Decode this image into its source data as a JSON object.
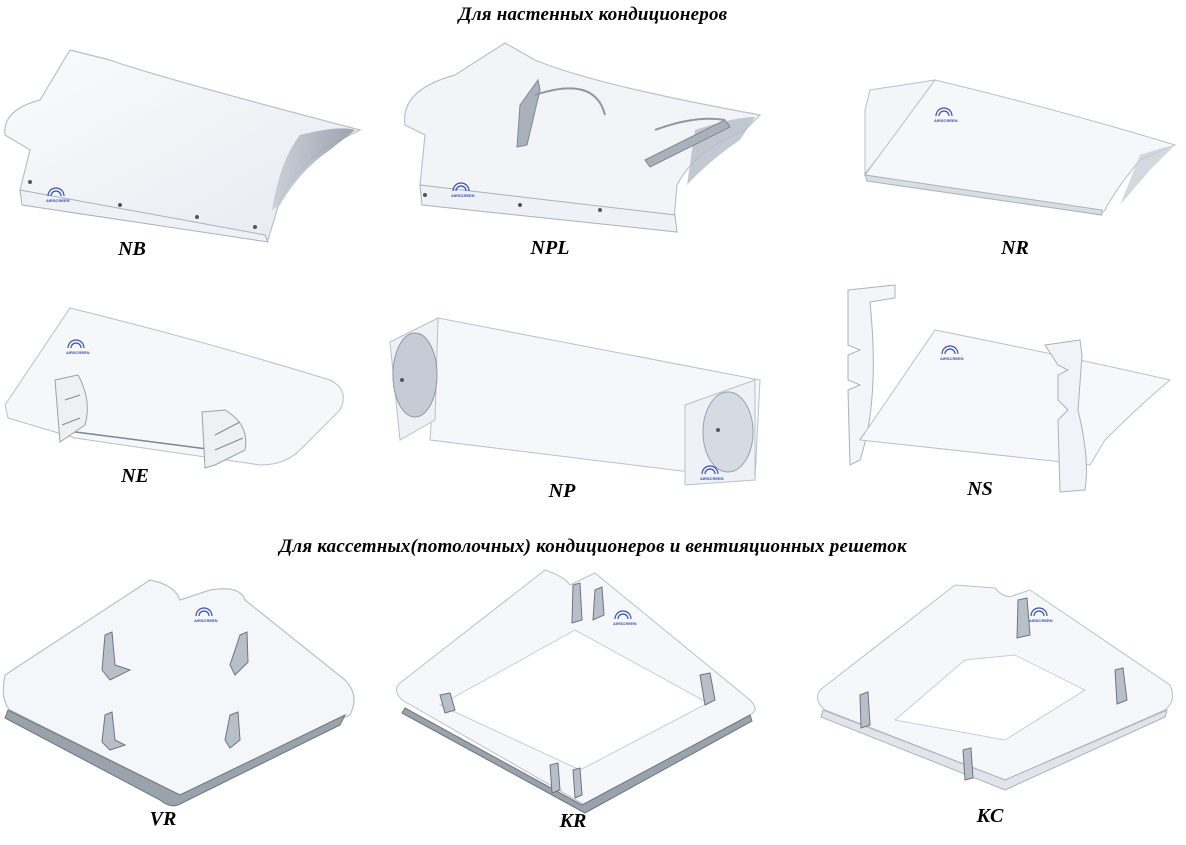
{
  "headings": {
    "wall": "Для настенных кондиционеров",
    "cassette": "Для кассетных(потолочных) кондиционеров и вентияционных решеток"
  },
  "products": {
    "nb": "NB",
    "npl": "NPL",
    "nr": "NR",
    "ne": "NE",
    "np": "NP",
    "ns": "NS",
    "vr": "VR",
    "kr": "KR",
    "kc": "KC"
  },
  "logo": {
    "brand": "AIRSCREEN",
    "color": "#3a4fb0"
  },
  "colors": {
    "panel_fill": "#f4f6f9",
    "panel_edge": "#b9c0c9",
    "metal": "#9aa2ab"
  }
}
